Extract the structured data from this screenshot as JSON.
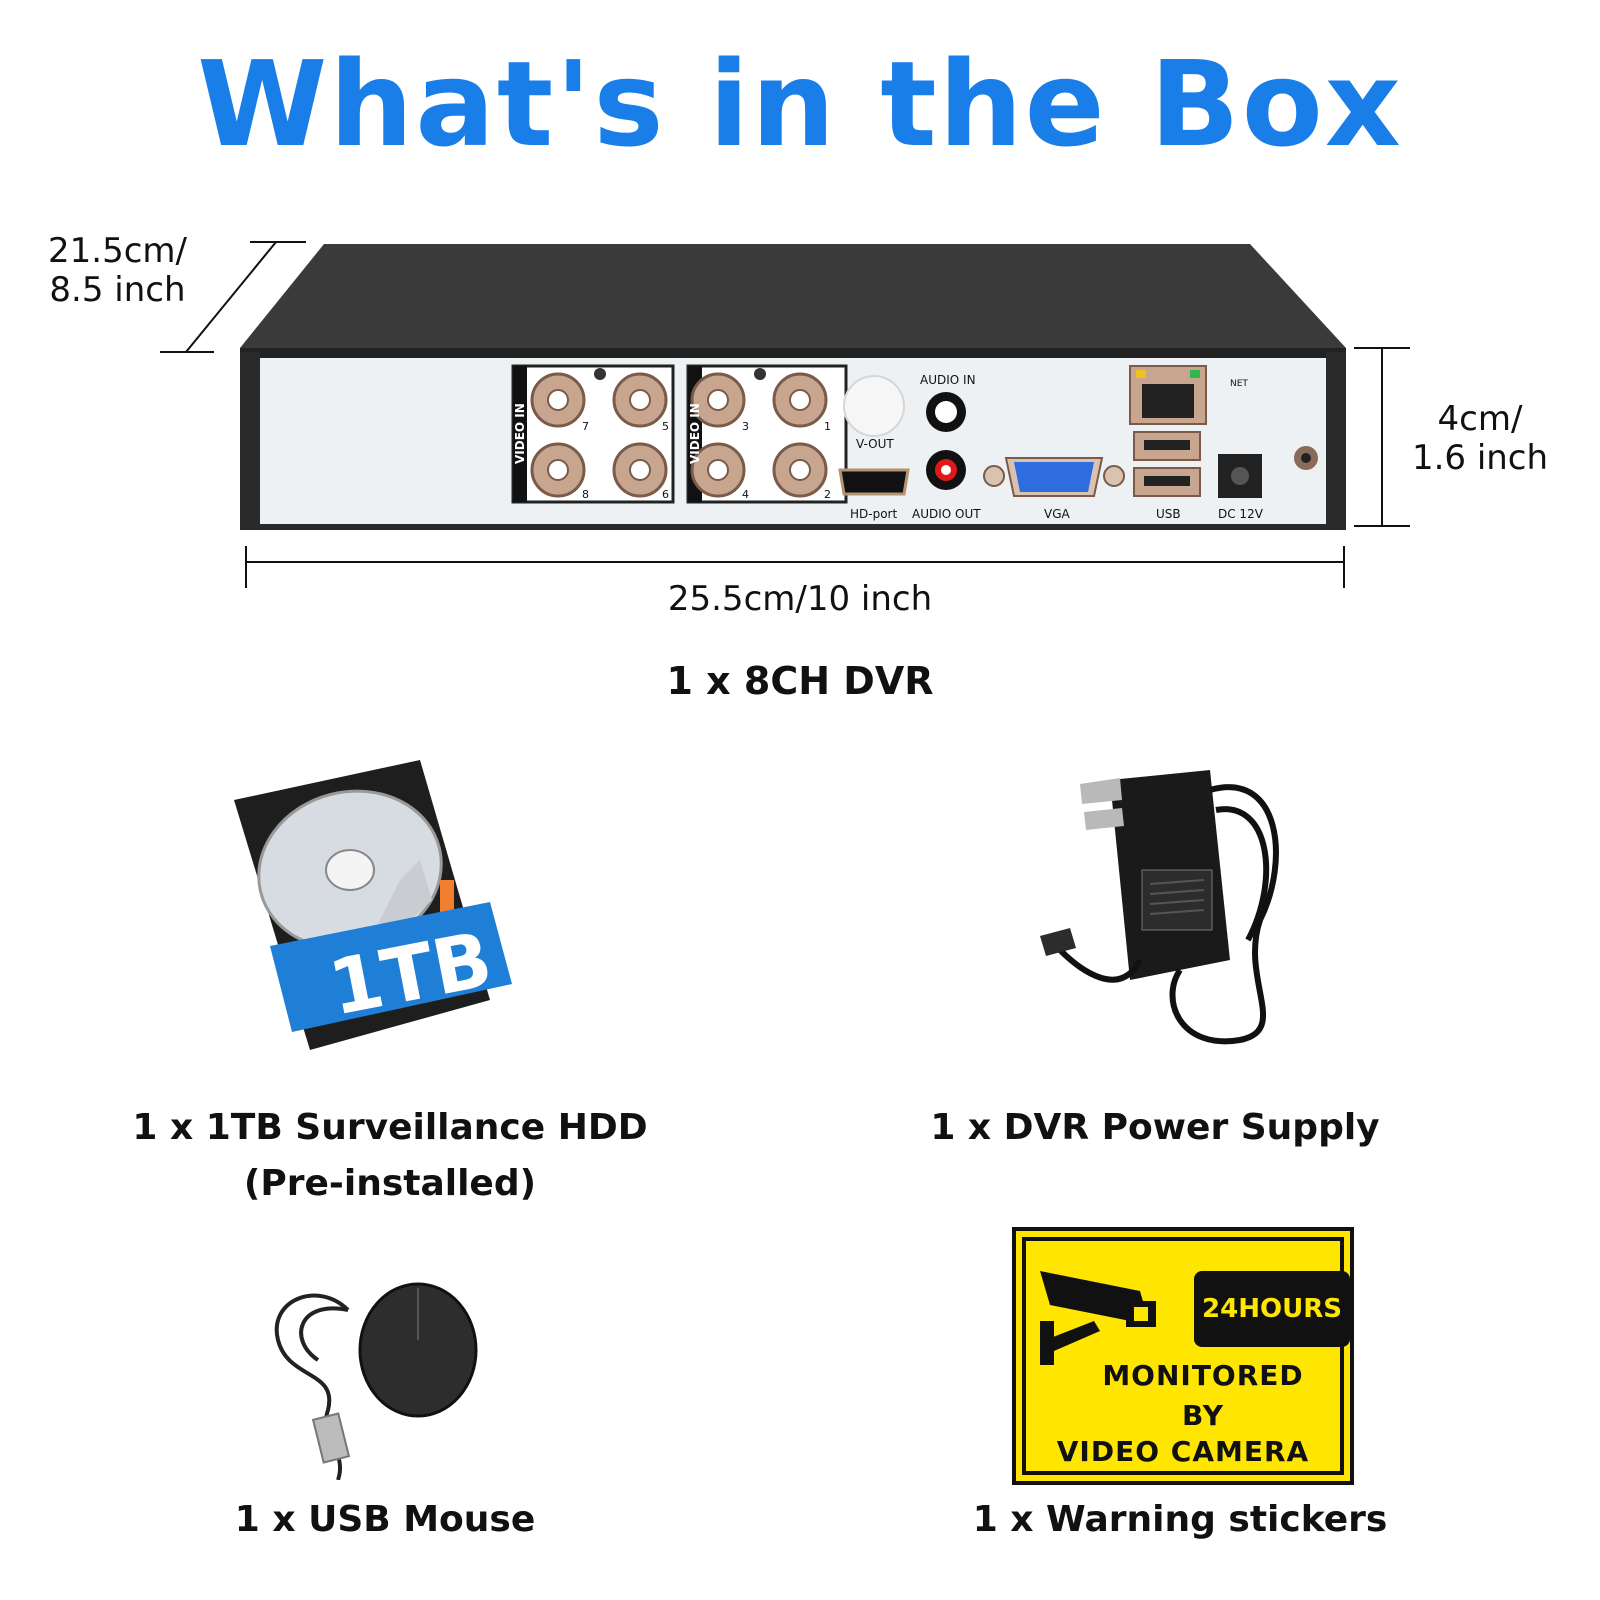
{
  "title": "What's in the Box",
  "dvr": {
    "depth_label_line1": "21.5cm/",
    "depth_label_line2": "8.5 inch",
    "height_label_line1": "4cm/",
    "height_label_line2": "1.6 inch",
    "width_label": "25.5cm/10 inch",
    "caption": "1  x  8CH DVR",
    "ports": {
      "video_in": "VIDEO IN",
      "channel_numbers": [
        "7",
        "5",
        "3",
        "1",
        "8",
        "6",
        "4",
        "2"
      ],
      "v_out": "V-OUT",
      "audio_in": "AUDIO IN",
      "hd_port": "HD-port",
      "audio_out": "AUDIO OUT",
      "vga": "VGA",
      "net": "NET",
      "usb": "USB",
      "dc": "DC 12V"
    }
  },
  "hdd": {
    "label": "1TB",
    "caption_line1": "1  x 1TB Surveillance HDD",
    "caption_line2": "(Pre-installed)"
  },
  "power_supply": {
    "caption": "1 x DVR Power Supply"
  },
  "mouse": {
    "caption": "1 x USB Mouse"
  },
  "sticker": {
    "badge": "24HOURS",
    "line1": "MONITORED",
    "line2": "BY",
    "line3": "VIDEO CAMERA",
    "caption": "1 x Warning stickers"
  },
  "colors": {
    "title_blue": "#1a7ee8",
    "sticker_yellow": "#ffe600",
    "hdd_label_blue": "#1f7fd6"
  }
}
